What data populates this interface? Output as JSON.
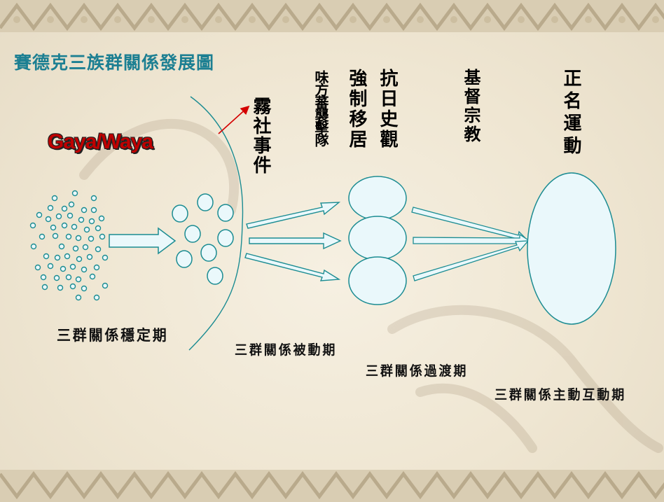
{
  "title": "賽德克三族群關係發展圖",
  "group_label": "Gaya/Waya",
  "events": {
    "wushe": "霧社事件",
    "mikata": "味方蕃襲擊隊",
    "relocation": "強制移居",
    "anti_japan": "抗日史觀",
    "christianity": "基督宗教",
    "name_rectification": "正名運動"
  },
  "stages": {
    "stable": "三群關係穩定期",
    "passive": "三群關係被動期",
    "transition": "三群關係過渡期",
    "active": "三群關係主動互動期"
  },
  "colors": {
    "title": "#1c7f92",
    "shape_fill": "#eaf8fb",
    "shape_stroke": "#1b8c92",
    "arrow_red": "#d40000",
    "group_label": "#c00000"
  }
}
